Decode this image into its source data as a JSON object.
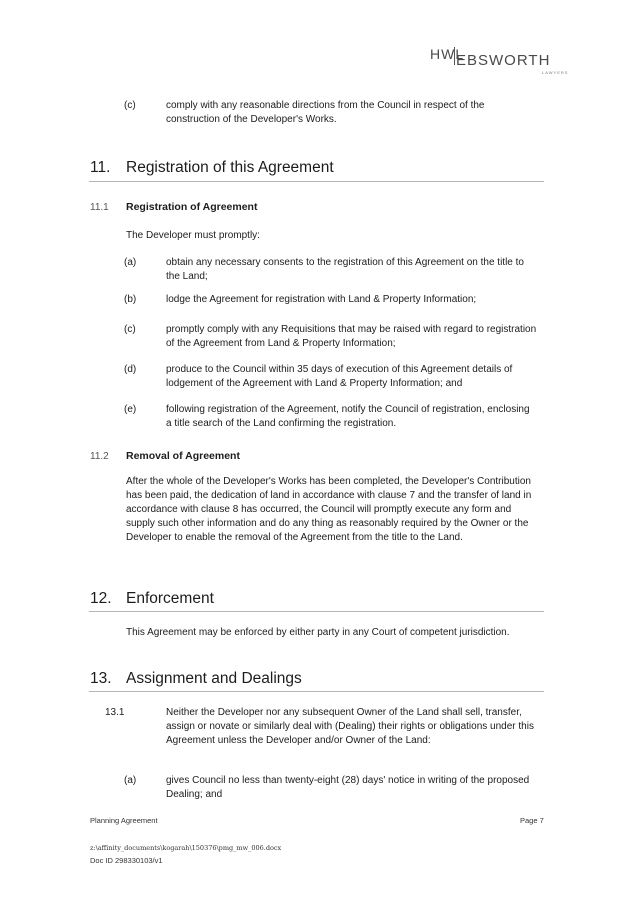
{
  "header": {
    "logo_prefix": "HWL",
    "logo_main": "EBSWORTH",
    "logo_sub": "LAWYERS"
  },
  "intro_item": {
    "marker": "(c)",
    "text": "comply with any reasonable directions from the Council in respect of the construction of the Developer's Works."
  },
  "sections": [
    {
      "number": "11.",
      "title": "Registration of this Agreement",
      "subsections": [
        {
          "number": "11.1",
          "title": "Registration of Agreement",
          "lead": "The Developer must promptly:",
          "items": [
            {
              "marker": "(a)",
              "text": "obtain any necessary consents to the registration of this Agreement on the title to the Land;"
            },
            {
              "marker": "(b)",
              "text": "lodge the Agreement for registration with Land & Property Information;"
            },
            {
              "marker": "(c)",
              "text": "promptly comply with any Requisitions that may be raised with regard to registration of the Agreement from Land & Property Information;"
            },
            {
              "marker": "(d)",
              "text": "produce to the Council within 35 days of execution of this Agreement details of lodgement of the Agreement with Land & Property Information; and"
            },
            {
              "marker": "(e)",
              "text": "following registration of the Agreement, notify the Council of registration, enclosing a title search of the Land confirming the registration."
            }
          ]
        },
        {
          "number": "11.2",
          "title": "Removal of Agreement",
          "body": "After the whole of the Developer's Works has been completed, the Developer's Contribution has been paid, the dedication of land in accordance with clause 7 and the transfer of land in accordance with clause 8 has occurred, the Council will promptly execute any form and supply such other information and do any thing as reasonably required by the Owner or the Developer to enable the removal of the Agreement from the title to the Land."
        }
      ]
    },
    {
      "number": "12.",
      "title": "Enforcement",
      "body": "This Agreement may be enforced by either party in any Court of competent jurisdiction."
    },
    {
      "number": "13.",
      "title": "Assignment and Dealings",
      "clause": {
        "number": "13.1",
        "text": "Neither the Developer nor any subsequent Owner of the Land shall sell, transfer, assign or novate or similarly deal with (Dealing) their rights or obligations under this Agreement unless the Developer and/or Owner of the Land:"
      },
      "items": [
        {
          "marker": "(a)",
          "text": "gives Council no less than twenty-eight (28) days' notice in writing of the proposed Dealing; and"
        }
      ]
    }
  ],
  "footer": {
    "left": "Planning Agreement",
    "page": "Page 7",
    "path": "z:\\affinity_documents\\kogarah\\150376\\pmg_mw_006.docx",
    "doc_id": "Doc ID 298330103/v1"
  }
}
